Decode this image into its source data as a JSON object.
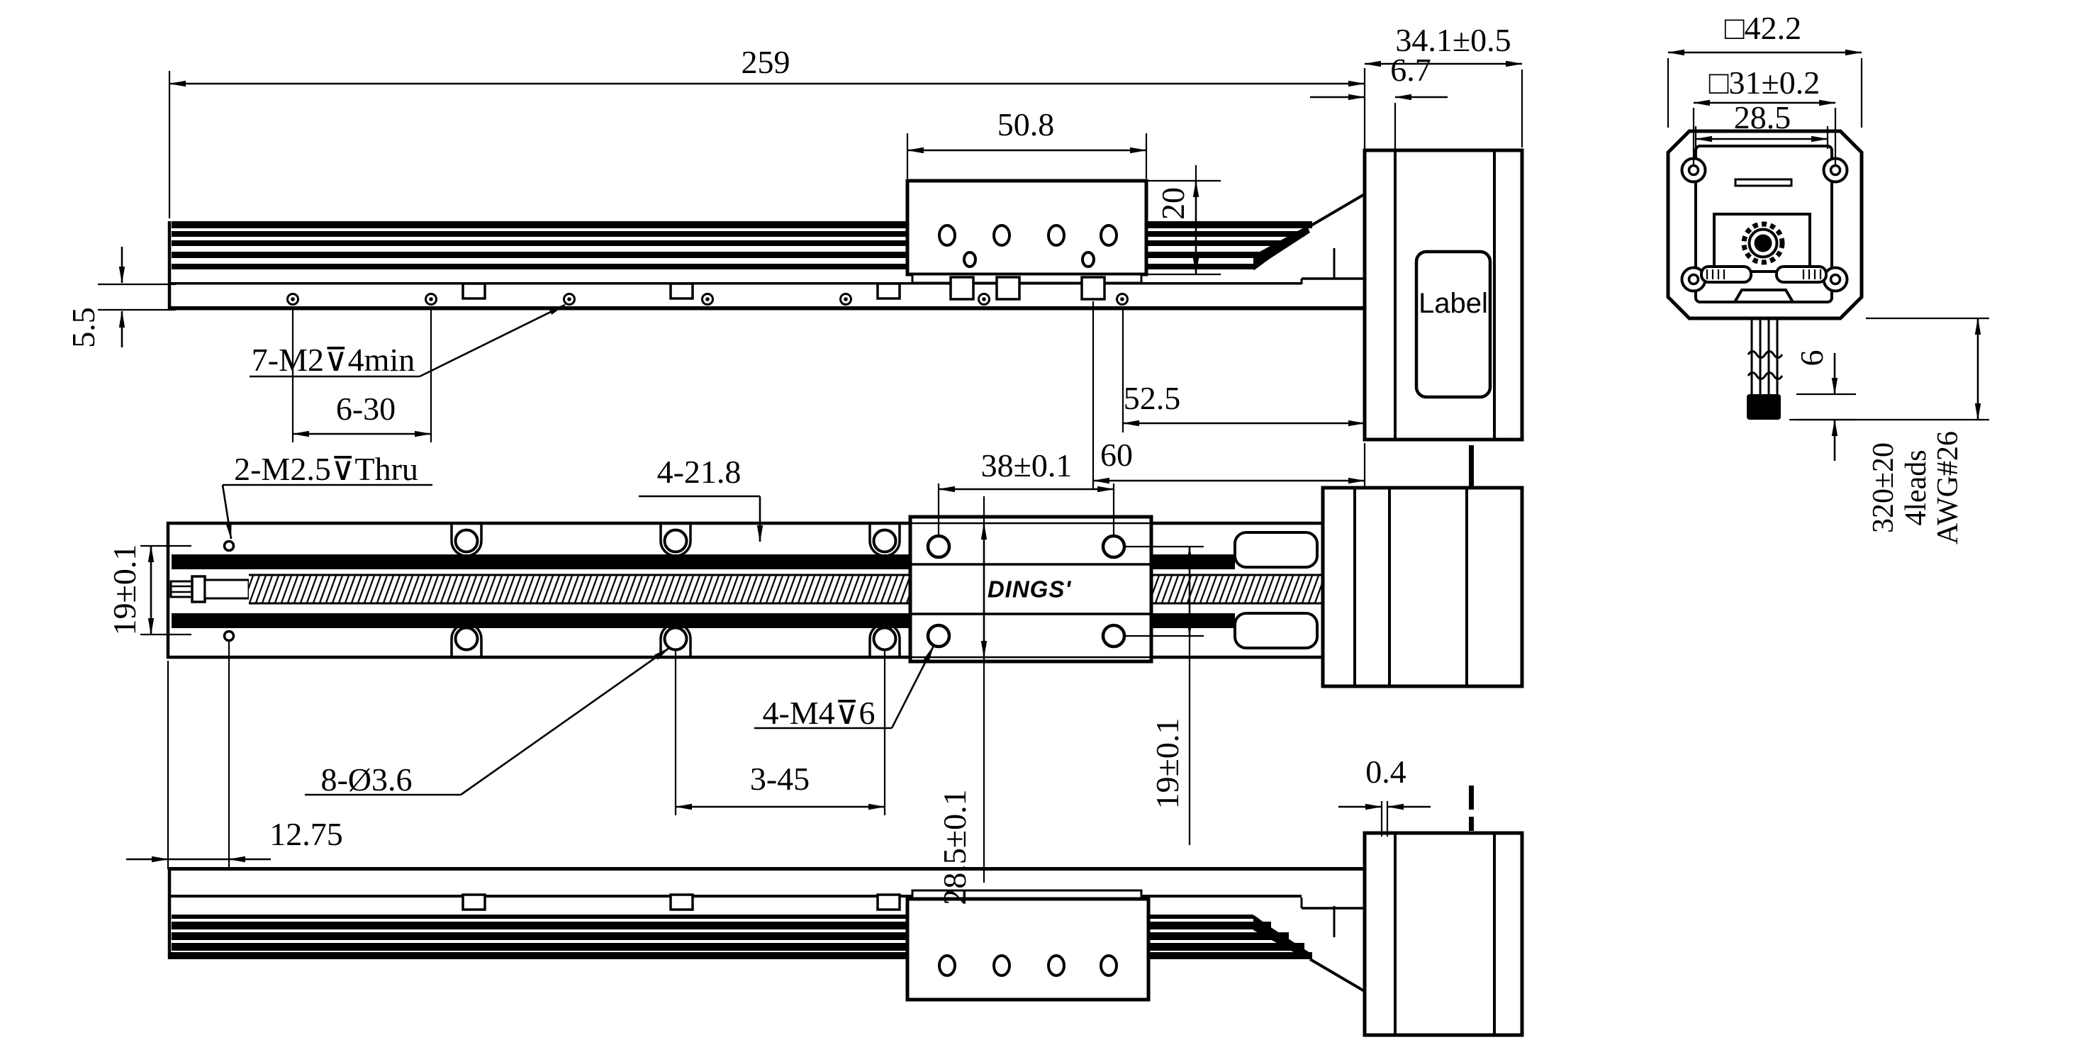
{
  "branding": {
    "carriage_logo": "DINGS'",
    "motor_label": "Label"
  },
  "views": {
    "top_view": {
      "dims": {
        "overall_length": "259",
        "carriage_length": "50.8",
        "carriage_height": "20",
        "flange_thickness": "6.7",
        "motor_depth": "34.1±0.5",
        "base_height": "5.5",
        "hole_pattern_pitch": "6-30",
        "end_distance_hole": "52.5",
        "end_distance_slot": "60"
      },
      "callouts": {
        "tapped_holes": "7-M2⊽4min"
      }
    },
    "front_view": {
      "dims": {
        "body_size": "□42.2",
        "mount_pitch": "□31±0.2",
        "pilot_width": "28.5",
        "cable_length": "320±20",
        "cable_leads": "4leads",
        "cable_gauge": "AWG#26",
        "cable_end": "6"
      }
    },
    "plan_view": {
      "dims": {
        "slot_position": "4-21.8",
        "carriage_hole_span": "38±0.1",
        "rail_hole_rows": "19±0.1",
        "carriage_width": "28.5±0.1",
        "carriage_hole_rows": "19±0.1",
        "counterbore_pitch": "3-45",
        "edge_offset": "12.75"
      },
      "callouts": {
        "thru_holes": "2-M2.5⊽Thru",
        "counterbore_holes": "8-Ø3.6",
        "carriage_taps": "4-M4⊽6"
      }
    },
    "bottom_view": {
      "dims": {
        "motor_gap": "0.4"
      }
    }
  }
}
